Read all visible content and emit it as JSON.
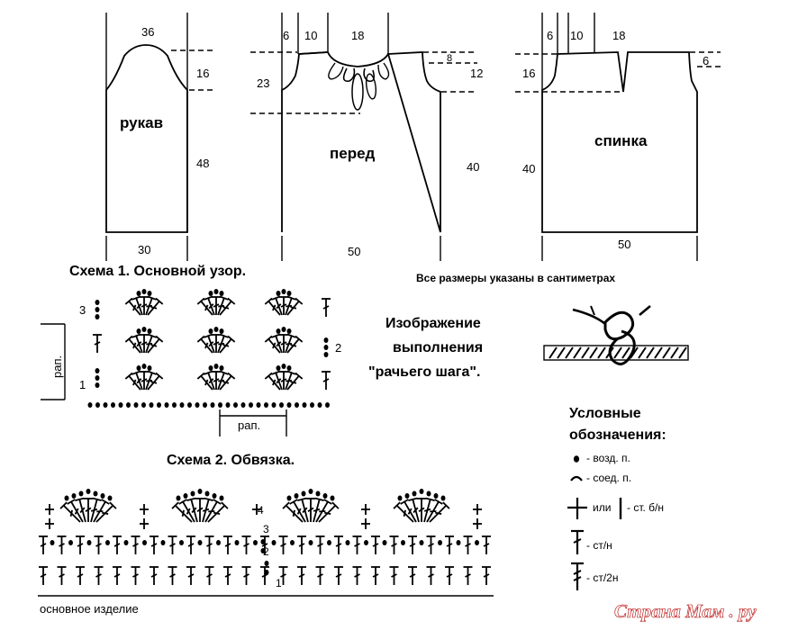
{
  "patterns": {
    "sleeve": {
      "label": "рукав",
      "top_width": "36",
      "cap_height": "16",
      "length": "48",
      "bottom_width": "30"
    },
    "front": {
      "label": "перед",
      "shoulder": "6",
      "shoulder2": "10",
      "neck": "18",
      "depth": "23",
      "armhole_off": "8",
      "armhole_h": "12",
      "length": "40",
      "width": "50"
    },
    "back": {
      "label": "спинка",
      "shoulder": "6",
      "shoulder2": "10",
      "neck": "18",
      "armhole_h": "16",
      "right_off": "6",
      "length": "40",
      "width": "50"
    }
  },
  "scheme1": {
    "title": "Схема 1. Основной узор.",
    "rap_vertical": "рап.",
    "rap_horizontal": "рап.",
    "row1": "1",
    "row2": "2",
    "row3": "3"
  },
  "scheme2": {
    "title": "Схема 2. Обвязка.",
    "base_label": "основное изделие",
    "n1": "1",
    "n2": "2",
    "n3": "3",
    "n4": "4"
  },
  "sizes_note": "Все размеры указаны в сантиметрах",
  "crab_title": [
    "Изображение",
    "выполнения",
    "\"рачьего шага\"."
  ],
  "legend": {
    "title": [
      "Условные",
      "обозначения:"
    ],
    "items": [
      "- возд. п.",
      "- соед. п.",
      "или",
      "- ст. б/н",
      "- ст/н",
      "- ст/2н"
    ]
  },
  "watermark": "Страна Мам . ру"
}
